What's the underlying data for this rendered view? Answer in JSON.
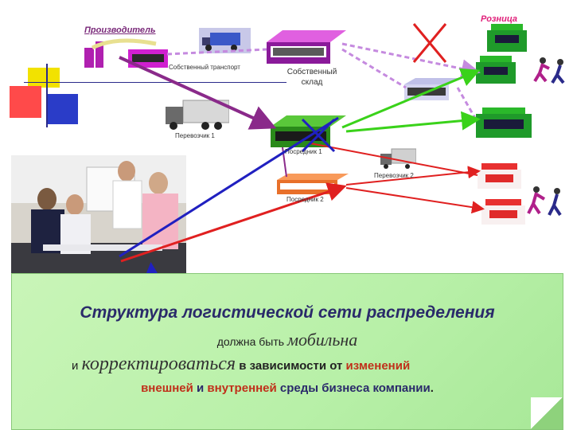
{
  "nodes": {
    "manufacturer": "Производитель",
    "retail": "Розница",
    "own_transport": "Собственный транспорт",
    "own_warehouse": "Собственный склад",
    "carrier1": "Перевозчик 1",
    "intermediary1": "Посредник 1",
    "carrier2": "Перевозчик 2",
    "intermediary2": "Посредник 2"
  },
  "note": {
    "line1": "Структура логистической сети распределения",
    "line2_prefix": "должна быть",
    "line2_big": "мобильна",
    "line3_prefix": "и",
    "line3_big": "корректироваться",
    "line3_mid": "в зависимости от",
    "line3_red": "изменений",
    "line4_a": "внешней",
    "line4_b": "и",
    "line4_c": "внутренней",
    "line4_d": "среды бизнеса компании",
    "line4_end": "."
  },
  "colors": {
    "manufacturer_title": "#7a2a7a",
    "retail_title": "#e0207a",
    "note_bg": "#b8f0a8",
    "line_purple": "#8a2a8a",
    "line_green": "#3ad21a",
    "line_blue": "#2020c0",
    "line_red": "#e02020",
    "line_lavender": "#c58adf"
  }
}
